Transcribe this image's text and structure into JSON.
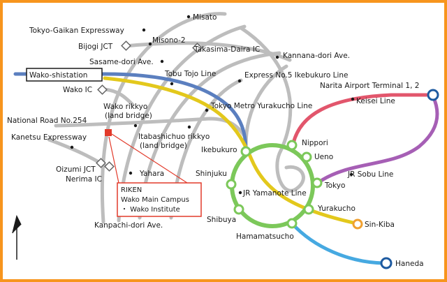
{
  "colors": {
    "frame": "#f7951d",
    "road": "#bdbdbd",
    "yamanote": "#7cc85a",
    "yurakucho": "#e3c81c",
    "tojo": "#5b7fbf",
    "keisei": "#e2566c",
    "sobu": "#a65fb5",
    "haneda": "#46a9e1",
    "sinkiba": "#f0a030",
    "riken": "#e23a2a"
  },
  "labels": {
    "misato": "Misato",
    "gaikan": "Tokyo-Gaikan Expressway",
    "misono": "Misono-2",
    "bijogi": "Bijogi JCT",
    "takasima": "Takasima-Daira IC",
    "sasame": "Sasame-dori Ave.",
    "kannana": "Kannana-dori Ave.",
    "wako_station": "Wako-shistation",
    "tojo_line": "Tobu Tojo Line",
    "express5": "Express No.5 Ikebukuro Line",
    "wako_ic": "Wako IC",
    "narita": "Narita Airport Terminal 1, 2",
    "keisei_line": "Keisei Line",
    "wako_rikkyo_1": "Wako rikkyo",
    "wako_rikkyo_2": "(land bridge)",
    "metro_yurakucho": "Tokyo Metro Yurakucho Line",
    "national254": "National Road No.254",
    "itabashi_1": "Itabashichuo rikkyo",
    "itabashi_2": "(land bridge)",
    "kanetsu": "Kanetsu Expressway",
    "ikebukuro": "Ikebukuro",
    "nippori": "Nippori",
    "ueno": "Ueno",
    "oizumi": "Oizumi JCT",
    "nerima": "Nerima IC",
    "yahara": "Yahara",
    "shinjuku": "Shinjuku",
    "jr_sobu": "JR Sobu Line",
    "tokyo": "Tokyo",
    "jr_yamanote": "JR Yamanote Line",
    "riken_1": "RIKEN",
    "riken_2": "Wako Main Campus",
    "riken_3": "・ Wako Institute",
    "shibuya": "Shibuya",
    "yurakucho_st": "Yurakucho",
    "sinkiba": "Sin-Kiba",
    "kanpachi": "Kanpachi-dori Ave.",
    "hamamatsucho": "Hamamatsucho",
    "haneda": "Haneda"
  },
  "compass": {
    "icon": "north-arrow-icon"
  }
}
